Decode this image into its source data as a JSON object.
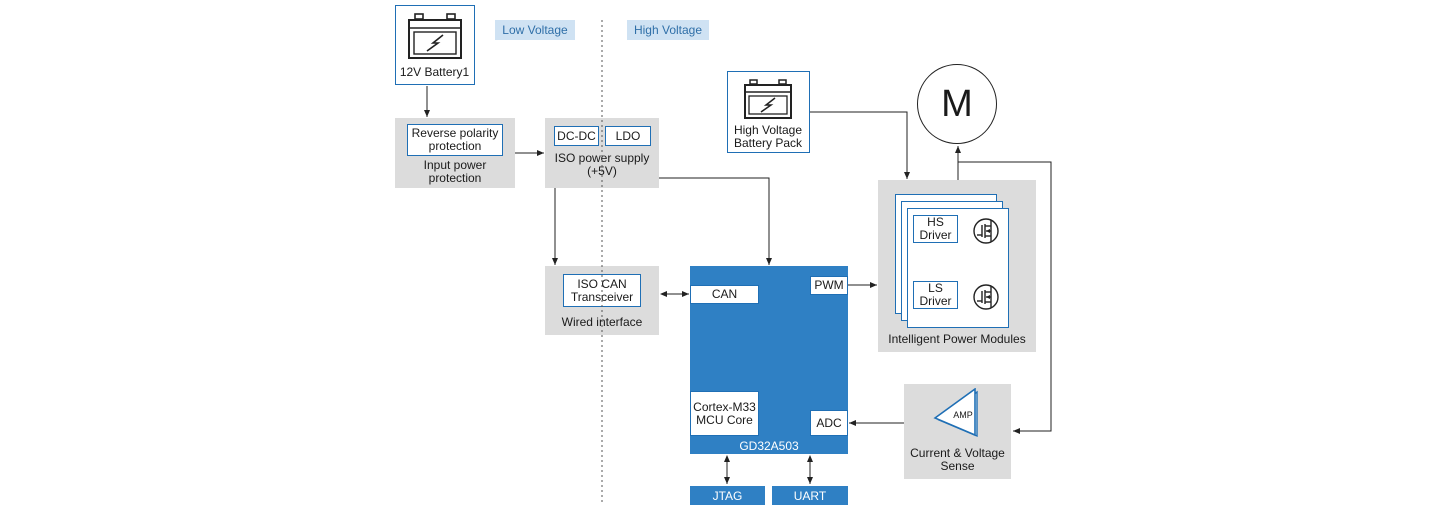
{
  "zones": {
    "low_voltage": "Low Voltage",
    "high_voltage": "High Voltage"
  },
  "battery12v": {
    "label": "12V Battery1",
    "icon": "battery-icon"
  },
  "input_protection": {
    "inner": "Reverse polarity protection",
    "label": "Input power protection"
  },
  "iso_supply": {
    "dcdc": "DC-DC",
    "ldo": "LDO",
    "label": "ISO power supply (+5V)"
  },
  "hv_battery": {
    "label": "High Voltage Battery Pack",
    "icon": "battery-icon"
  },
  "motor": {
    "label": "M"
  },
  "wired": {
    "inner": "ISO CAN Transceiver",
    "label": "Wired interface"
  },
  "mcu": {
    "name": "GD32A503",
    "can": "CAN",
    "pwm": "PWM",
    "core": "Cortex-M33 MCU Core",
    "adc": "ADC"
  },
  "ipm": {
    "hs": "HS Driver",
    "ls": "LS Driver",
    "label": "Intelligent Power Modules",
    "icon": "mosfet-icon"
  },
  "sense": {
    "amp": "AMP",
    "label": "Current & Voltage Sense"
  },
  "debug": {
    "jtag": "JTAG",
    "uart": "UART"
  },
  "colors": {
    "accent": "#2f80c4",
    "border": "#1f6fb5",
    "block_gray": "#dcdcdc",
    "tag_bg": "#cfe2f3"
  }
}
